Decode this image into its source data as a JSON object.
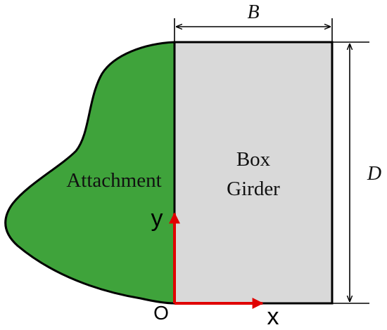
{
  "labels": {
    "width_symbol": "B",
    "depth_symbol": "D",
    "attachment": "Attachment",
    "box_line1": "Box",
    "box_line2": "Girder",
    "origin": "O",
    "x_axis": "x",
    "y_axis": "y"
  },
  "colors": {
    "attachment_fill": "#3fa33b",
    "box_fill": "#d9d9d9",
    "outline": "#000000",
    "axis": "#e00000"
  }
}
